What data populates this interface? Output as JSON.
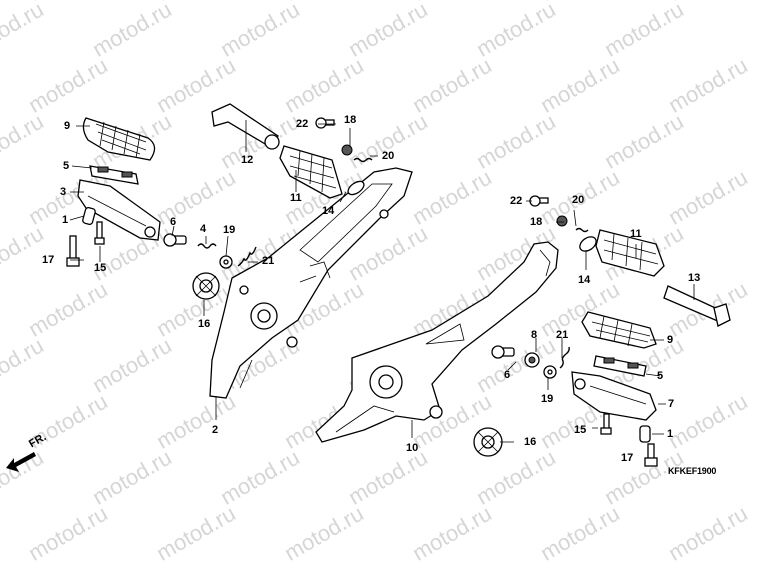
{
  "watermark": {
    "text": "motod.ru"
  },
  "diagram_code": "KFKEF1900",
  "direction_label": "FR.",
  "callouts": {
    "c9a": "9",
    "c5a": "5",
    "c3": "3",
    "c1a": "1",
    "c17a": "17",
    "c15a": "15",
    "c6a": "6",
    "c4": "4",
    "c19a": "19",
    "c21a": "21",
    "c16a": "16",
    "c2": "2",
    "c12": "12",
    "c22a": "22",
    "c18a": "18",
    "c20a": "20",
    "c11a": "11",
    "c14a": "14",
    "c22b": "22",
    "c20b": "20",
    "c18b": "18",
    "c11b": "11",
    "c14b": "14",
    "c13": "13",
    "c8": "8",
    "c21b": "21",
    "c9b": "9",
    "c6b": "6",
    "c19b": "19",
    "c5b": "5",
    "c7": "7",
    "c10": "10",
    "c16b": "16",
    "c15b": "15",
    "c1b": "1",
    "c17b": "17"
  }
}
